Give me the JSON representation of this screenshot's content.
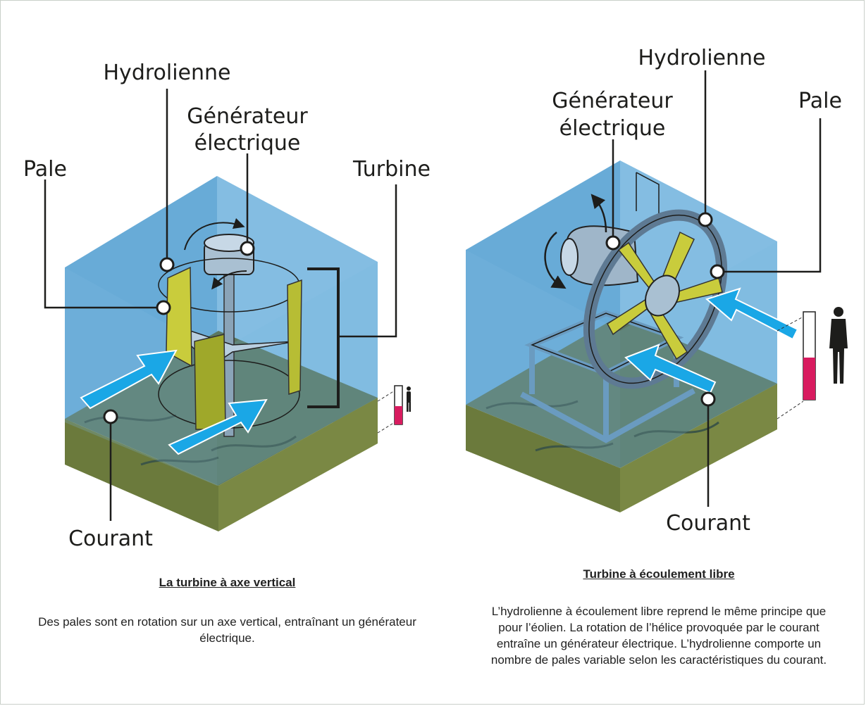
{
  "left": {
    "labels": {
      "hydrolienne": "Hydrolienne",
      "generateur_1": "Générateur",
      "generateur_2": "électrique",
      "pale": "Pale",
      "turbine": "Turbine",
      "courant": "Courant"
    },
    "caption_title": "La turbine à axe vertical",
    "caption_body": "Des pales sont en rotation sur un axe vertical, entraînant un générateur électrique."
  },
  "right": {
    "labels": {
      "hydrolienne": "Hydrolienne",
      "generateur_1": "Générateur",
      "generateur_2": "électrique",
      "pale": "Pale",
      "courant": "Courant"
    },
    "caption_title": "Turbine à écoulement libre",
    "caption_body": "L’hydrolienne à écoulement libre reprend le même principe que pour l’éolien. La rotation de l’hélice provoquée par le courant entraîne un générateur électrique. L’hydrolienne comporte un nombre de pales variable selon les caractéristiques du courant."
  },
  "colors": {
    "water": "#5ea7d4",
    "seabed": "#4f6d5a",
    "arrow": "#1aa7e6",
    "blade": "#c9cc3c",
    "metal": "#9fb6c9",
    "gauge": "#d81b5f"
  }
}
